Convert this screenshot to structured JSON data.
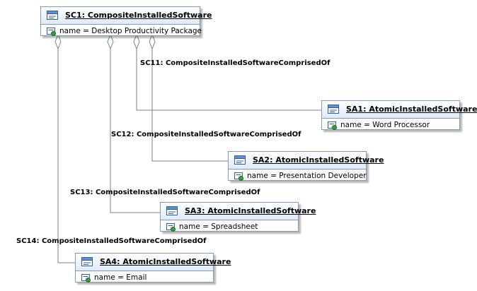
{
  "nodes": [
    {
      "id": "SC1",
      "title": "SC1: CompositeInstalledSoftware",
      "attr_key": "name",
      "attr_value": "Desktop Productivity Package"
    },
    {
      "id": "SA1",
      "title": "SA1: AtomicInstalledSoftware",
      "attr_key": "name",
      "attr_value": "Word Processor"
    },
    {
      "id": "SA2",
      "title": "SA2: AtomicInstalledSoftware",
      "attr_key": "name",
      "attr_value": "Presentation Developer"
    },
    {
      "id": "SA3",
      "title": "SA3: AtomicInstalledSoftware",
      "attr_key": "name",
      "attr_value": "Spreadsheet"
    },
    {
      "id": "SA4",
      "title": "SA4: AtomicInstalledSoftware",
      "attr_key": "name",
      "attr_value": "Email"
    }
  ],
  "edges": [
    {
      "id": "SC11",
      "label": "SC11: CompositeInstalledSoftwareComprisedOf",
      "from": "SC1",
      "to": "SA1",
      "aggregation": "shared"
    },
    {
      "id": "SC12",
      "label": "SC12: CompositeInstalledSoftwareComprisedOf",
      "from": "SC1",
      "to": "SA2",
      "aggregation": "shared"
    },
    {
      "id": "SC13",
      "label": "SC13: CompositeInstalledSoftwareComprisedOf",
      "from": "SC1",
      "to": "SA3",
      "aggregation": "shared"
    },
    {
      "id": "SC14",
      "label": "SC14: CompositeInstalledSoftwareComprisedOf",
      "from": "SC1",
      "to": "SA4",
      "aggregation": "shared"
    }
  ],
  "colors": {
    "node_border": "#7f9db9",
    "node_header_gradient_top": "#ffffff",
    "node_header_gradient_bottom": "#dfe9f7",
    "connector_line": "#808080",
    "attribute_icon": "#3c9a3c"
  },
  "icons": {
    "node": "instance-object-icon",
    "attribute": "attribute-icon"
  }
}
